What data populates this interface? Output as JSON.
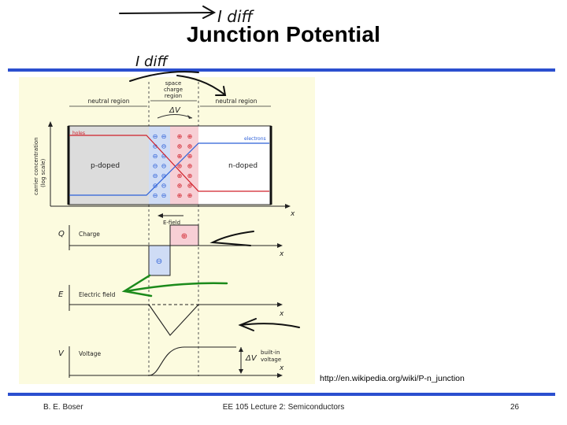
{
  "slide": {
    "title": "Junction Potential",
    "source_url": "http://en.wikipedia.org/wiki/P-n_junction",
    "footer_left": "B. E. Boser",
    "footer_center": "EE 105 Lecture 2: Semiconductors",
    "page_number": "26"
  },
  "diagram": {
    "region_left": "neutral region",
    "region_right": "neutral region",
    "space_charge": [
      "space",
      "charge",
      "region"
    ],
    "delta_v": "ΔV",
    "p_label": "p-doped",
    "n_label": "n-doped",
    "holes": "holes",
    "electrons": "electrons",
    "y_axis_label": [
      "carrier concentration",
      "(log scale)"
    ],
    "x": "x",
    "efield_label": "E-field",
    "minus": "⊖",
    "plus": "⊕",
    "charge_symbol": "Q",
    "charge_label": "Charge",
    "field_symbol": "E",
    "field_label": "Electric field",
    "voltage_symbol": "V",
    "voltage_label": "Voltage",
    "builtin_label": [
      "built-in",
      "voltage"
    ]
  },
  "handwriting": {
    "top": "I diff",
    "side": "I diff"
  },
  "colors": {
    "accent_rule": "#2b4fcf",
    "figure_bg": "#fcfbdf",
    "holes": "#d0202a",
    "electrons": "#2b5fd8",
    "negative_region": "#cfdcf5",
    "positive_region": "#f7cfd5",
    "ink_green": "#1b8a1b"
  }
}
